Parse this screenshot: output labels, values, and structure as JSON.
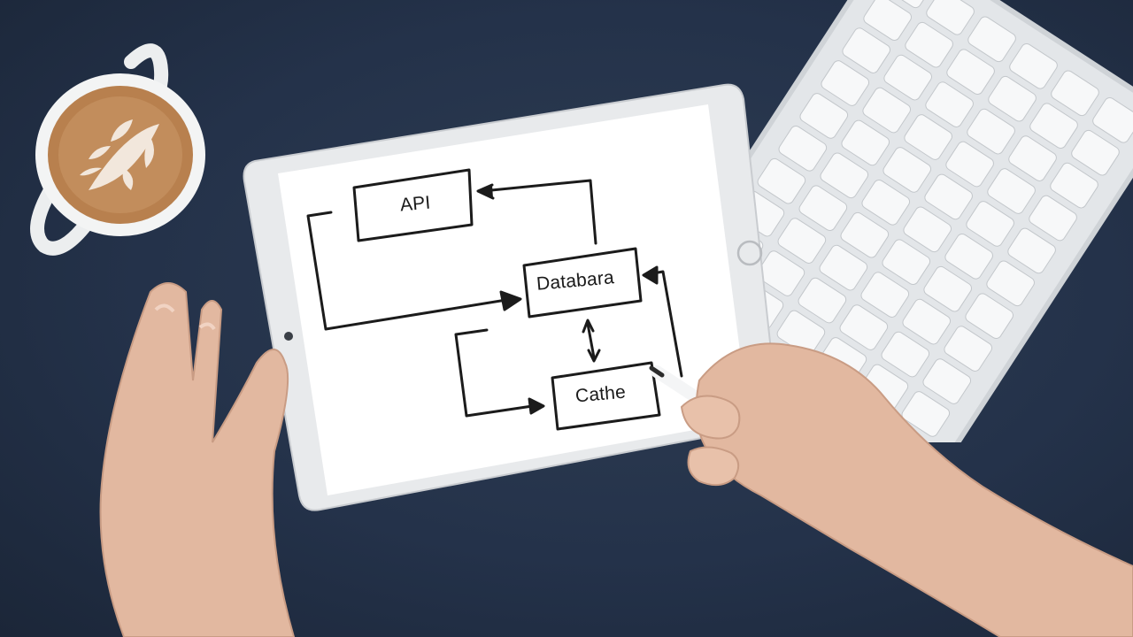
{
  "colors": {
    "desk": "#24324a",
    "tablet_frame": "#eef0f2",
    "screen": "#ffffff",
    "ink": "#1b1b1b",
    "coffee": "#b8804e",
    "skin": "#e2b8a0",
    "keyboard": "#d9dcdf"
  },
  "icons": {
    "home_button": "circle-button",
    "camera": "lens-dot"
  },
  "diagram": {
    "nodes": [
      {
        "id": "api",
        "label": "API"
      },
      {
        "id": "database",
        "label": "Databara"
      },
      {
        "id": "cache",
        "label": "Cathe"
      }
    ]
  }
}
